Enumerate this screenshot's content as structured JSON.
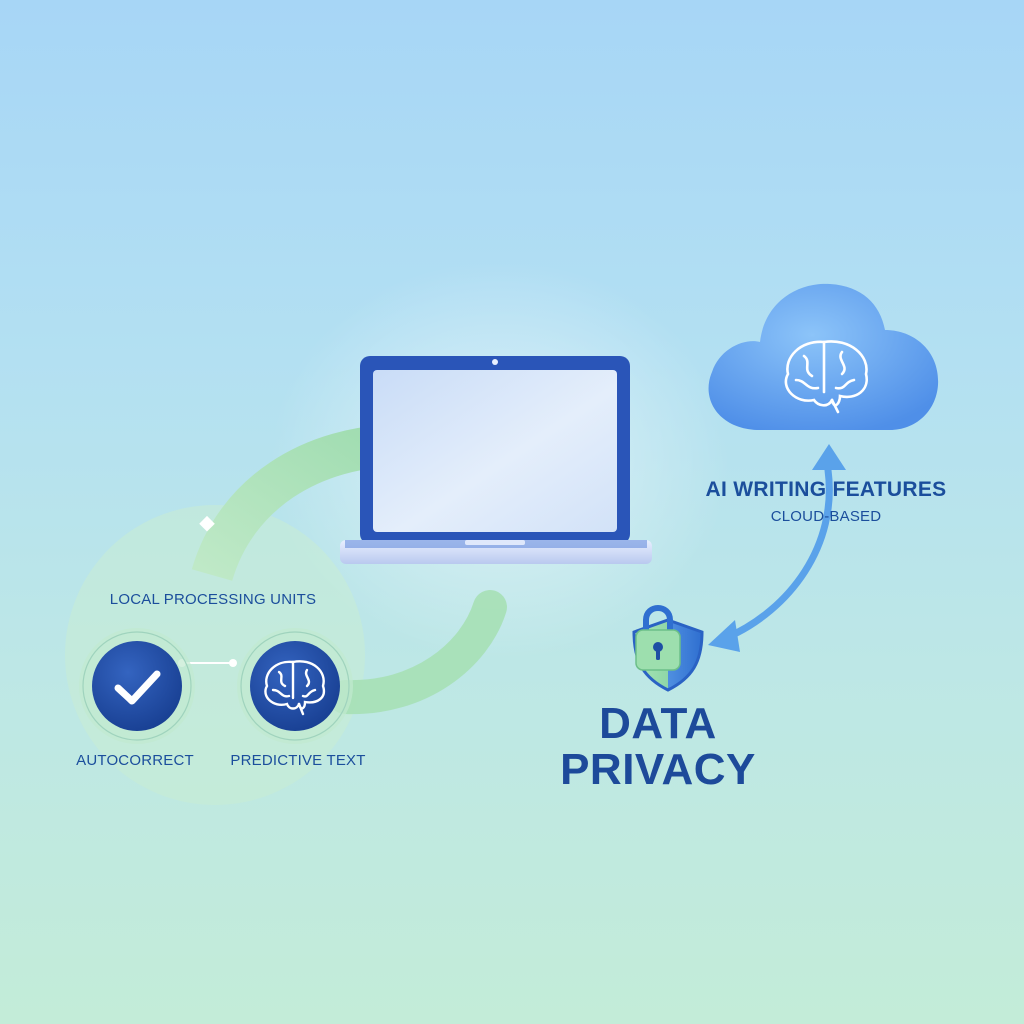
{
  "local": {
    "title": "LOCAL PROCESSING UNITS",
    "units": [
      {
        "label": "AUTOCORRECT",
        "icon": "checkmark-icon"
      },
      {
        "label": "PREDICTIVE TEXT",
        "icon": "brain-icon"
      }
    ]
  },
  "cloud": {
    "title": "AI WRITING FEATURES",
    "subtitle": "CLOUD-BASED",
    "icon": "brain-icon"
  },
  "privacy": {
    "line1": "DATA",
    "line2": "PRIVACY",
    "icon": "shield-lock-icon"
  },
  "center": {
    "icon": "laptop-icon"
  },
  "colors": {
    "text": "#1b4e9c",
    "circle": "#1e4fa4",
    "green_arrow": "#a6e0b5",
    "blue_arrow": "#5aa2ea",
    "cloud": "#5b9ff0",
    "laptop_frame": "#2a55b8"
  }
}
